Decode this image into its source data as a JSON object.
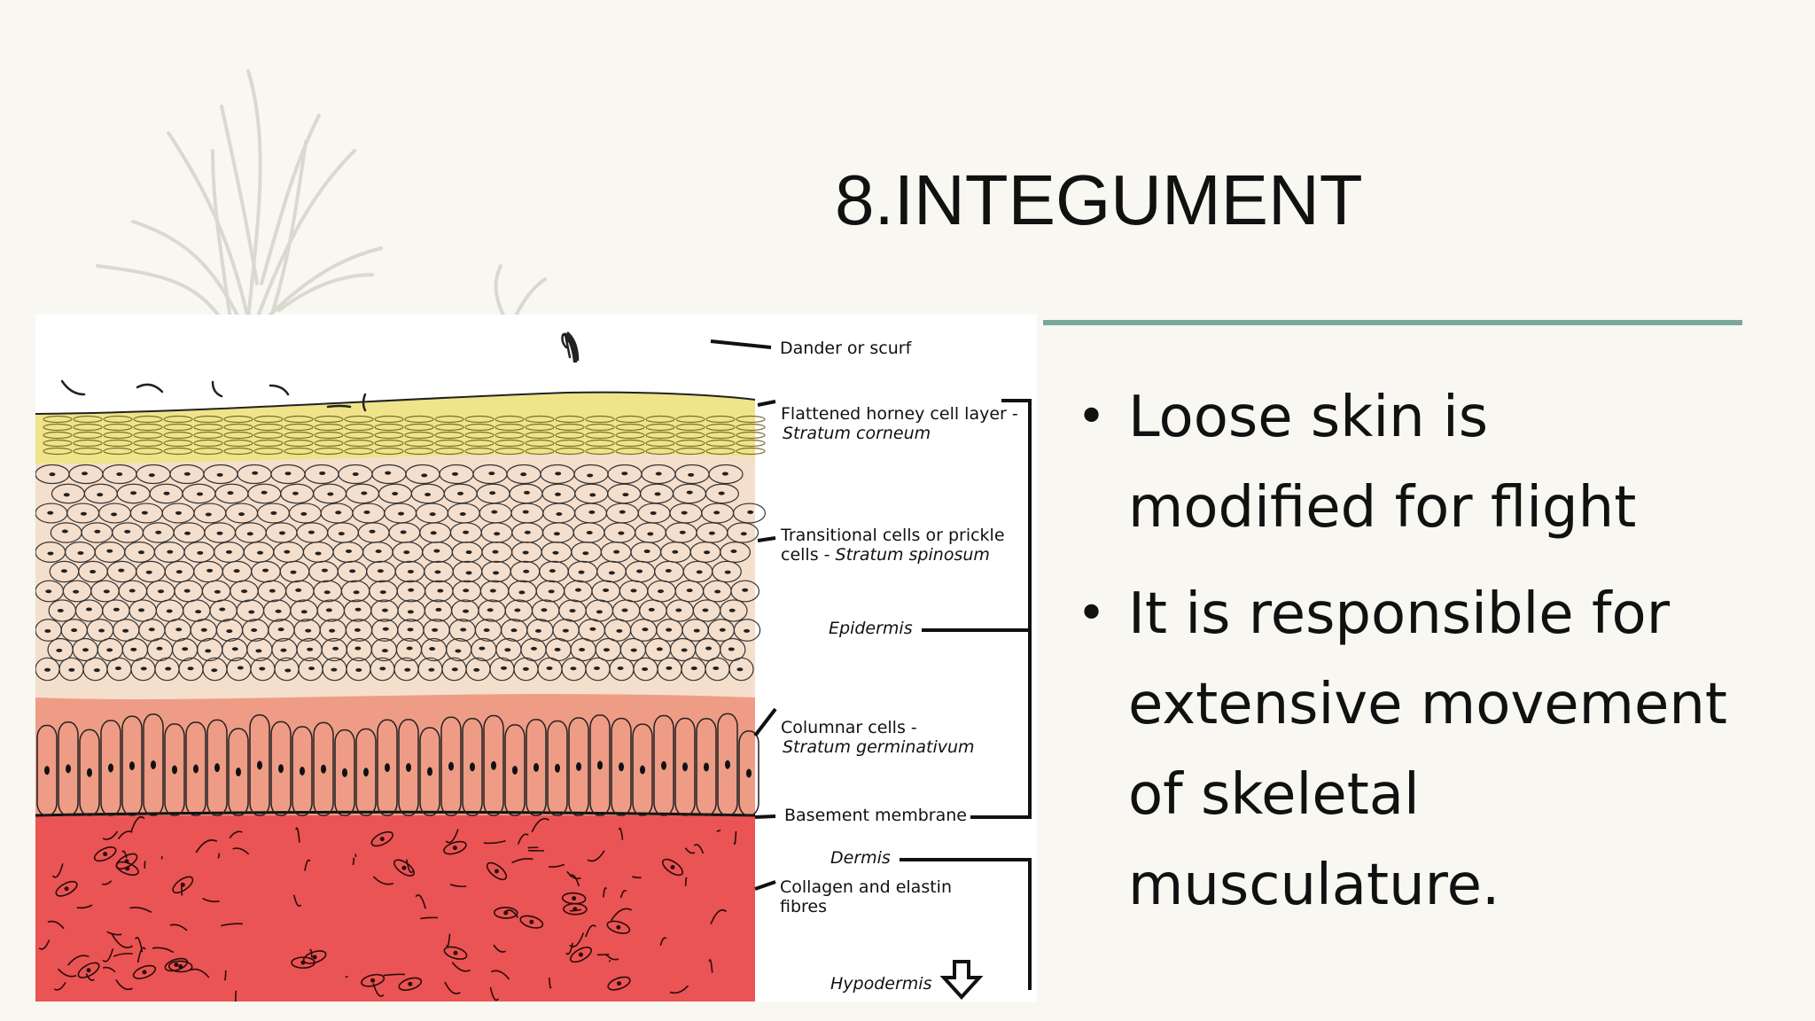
{
  "slide": {
    "title": "8.INTEGUMENT",
    "accent_color": "#7aa69c",
    "bullets": [
      {
        "lines": [
          "Loose skin is",
          "modified for flight"
        ]
      },
      {
        "lines": [
          "It is responsible for",
          "extensive movement",
          "of skeletal",
          "musculature."
        ]
      }
    ]
  },
  "figure": {
    "labels": {
      "dander": "Dander or scurf",
      "corneum_1": "Flattened horney cell layer -",
      "corneum_2": "Stratum corneum",
      "spinosum_1": "Transitional cells or prickle",
      "spinosum_2": "cells - ",
      "spinosum_3": "Stratum spinosum",
      "epidermis": "Epidermis",
      "columnar_1": "Columnar cells -",
      "columnar_2": "Stratum germinativum",
      "basement": "Basement membrane",
      "dermis": "Dermis",
      "collagen_1": "Collagen and elastin",
      "collagen_2": "fibres",
      "hypodermis": "Hypodermis"
    },
    "layer_colors": {
      "corneum": "#efe48a",
      "spinosum": "#f4dfcc",
      "germinativum": "#ef9c86",
      "dermis": "#ea5454"
    }
  }
}
